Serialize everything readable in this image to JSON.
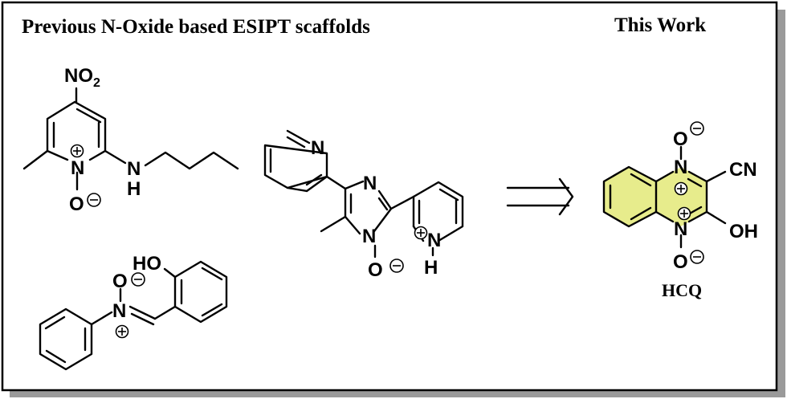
{
  "header": {
    "left_title": "Previous N-Oxide based ESIPT scaffolds",
    "right_title": "This Work"
  },
  "atoms": {
    "no2_N": "NO",
    "no2_sub": "2",
    "n": "N",
    "h": "H",
    "o": "O",
    "ho": "HO",
    "cn": "CN",
    "oh": "OH"
  },
  "compound_label": "HCQ",
  "colors": {
    "frame": "#000000",
    "shadow": "#9a9a9a",
    "highlight": "#e7ec8c"
  }
}
